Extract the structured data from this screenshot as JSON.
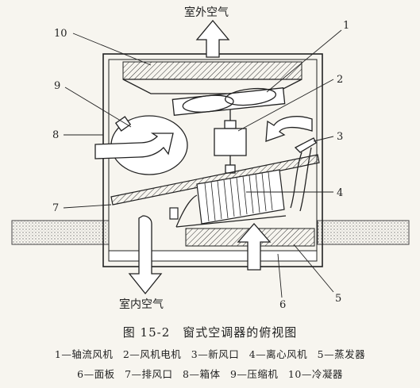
{
  "labels": {
    "outdoor_air": "室外空气",
    "indoor_air": "室内空气"
  },
  "callouts": [
    "1",
    "2",
    "3",
    "4",
    "5",
    "6",
    "7",
    "8",
    "9",
    "10"
  ],
  "figure": {
    "title": "图 15-2　窗式空调器的俯视图"
  },
  "legend": [
    "1—轴流风机",
    "2—风机电机",
    "3—新风口",
    "4—离心风机",
    "5—蒸发器",
    "6—面板",
    "7—排风口",
    "8—箱体",
    "9—压缩机",
    "10—冷凝器"
  ]
}
